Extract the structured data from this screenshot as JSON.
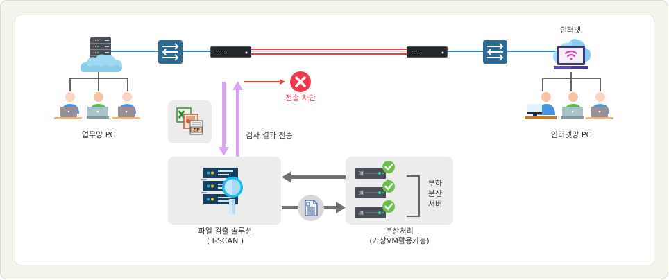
{
  "diagram": {
    "left_network": {
      "label": "업무망 PC"
    },
    "right_network": {
      "title": "인터넷",
      "label": "인터넷망 PC"
    },
    "block": {
      "label": "전송 차단"
    },
    "result": {
      "label": "검사 결과 전송"
    },
    "scanner": {
      "label_line1": "파일 검출 솔루션",
      "label_line2": "( I-SCAN )"
    },
    "distributed": {
      "bracket_label_lines": [
        "부하",
        "분산",
        "서버"
      ],
      "label_line1": "분산처리",
      "label_line2": "(가상VM활용가능)"
    },
    "file_types": [
      "xls",
      "ppt",
      "zip"
    ],
    "zip_text": "ZIP",
    "colors": {
      "network_line": "#2a8fd0",
      "dmz_line": "#ef4040",
      "switch": "#2d6b93",
      "block_icon": "#f0394c",
      "block_text": "#e63946",
      "inspect_arrow": "#dba4f2",
      "flow_arrow": "#707070",
      "check": "#6cc04a"
    }
  }
}
